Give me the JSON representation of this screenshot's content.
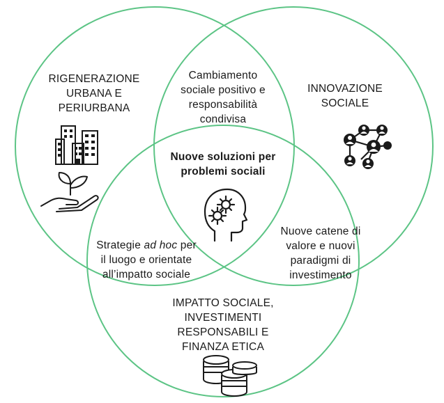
{
  "circles": {
    "urban": {
      "label_lines": [
        "RIGENERAZIONE",
        "URBANA E",
        "PERIURBANA"
      ],
      "icons": [
        "buildings-icon",
        "plant-in-hand-icon"
      ]
    },
    "innovation": {
      "label_lines": [
        "INNOVAZIONE",
        "SOCIALE"
      ],
      "icons": [
        "network-people-icon"
      ]
    },
    "impact": {
      "label_lines": [
        "IMPATTO SOCIALE,",
        "INVESTIMENTI",
        "RESPONSABILI E",
        "FINANZA ETICA"
      ],
      "icons": [
        "coins-stack-icon"
      ]
    }
  },
  "intersections": {
    "urban_innovation": {
      "lines": [
        "Cambiamento",
        "sociale positivo e",
        "responsabilità",
        "condivisa"
      ]
    },
    "urban_impact": {
      "line1_prefix": "Strategie ",
      "line1_italic": "ad hoc",
      "line1_suffix": " per",
      "line2": "il luogo e orientate",
      "line3": "all’impatto sociale"
    },
    "innovation_impact": {
      "lines": [
        "Nuove catene di",
        "valore e nuovi",
        "paradigmi di",
        "investimento"
      ]
    },
    "center": {
      "lines": [
        "Nuove soluzioni per",
        "problemi sociali"
      ],
      "icon": "head-gears-icon"
    }
  },
  "colors": {
    "circle_stroke": "#5cc485",
    "text": "#1a1a1a",
    "icon": "#1a1a1a"
  }
}
